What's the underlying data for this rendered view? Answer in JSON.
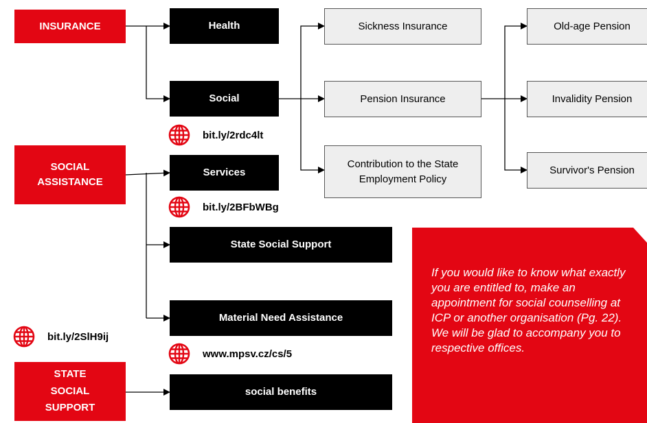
{
  "categories": {
    "insurance": "INSURANCE",
    "social_assistance": "SOCIAL\nASSISTANCE",
    "state_social_support": "STATE\nSOCIAL\nSUPPORT"
  },
  "nodes": {
    "health": "Health",
    "social": "Social",
    "services": "Services",
    "state_social_support": "State Social Support",
    "material_need": "Material Need Assistance",
    "social_benefits": "social benefits",
    "sickness": "Sickness Insurance",
    "pension": "Pension Insurance",
    "contribution": "Contribution to the State Employment Policy",
    "old_age": "Old-age Pension",
    "invalidity": "Invalidity Pension",
    "survivors": "Survivor's Pension"
  },
  "links": {
    "social": "bit.ly/2rdc4lt",
    "services": "bit.ly/2BFbWBg",
    "state_support": "bit.ly/2SlH9ij",
    "material_need": "www.mpsv.cz/cs/5"
  },
  "note": "If you would like to know what exactly you are entitled to, make an appointment for social counselling at ICP or another organisation (Pg. 22). We will be glad to accompany you to respective offices.",
  "colors": {
    "accent": "#e30613",
    "node_dark": "#000000",
    "node_light": "#eeeeee"
  },
  "icons": {
    "link": "globe-icon"
  }
}
